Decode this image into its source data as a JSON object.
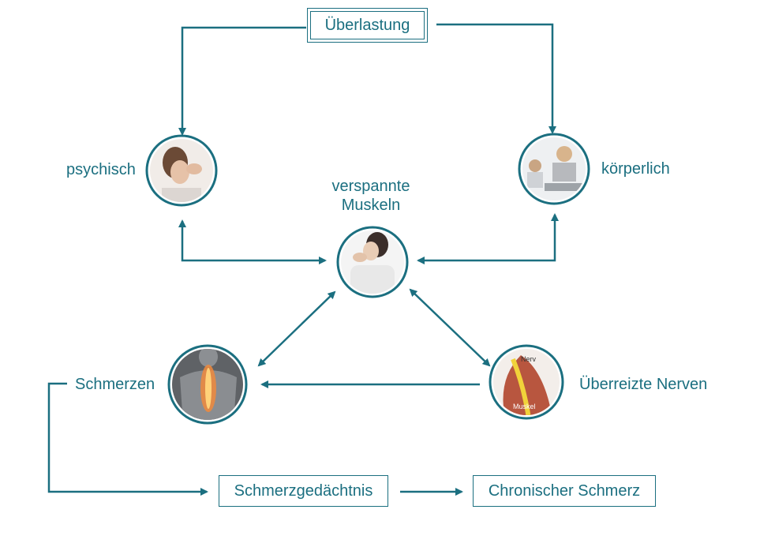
{
  "colors": {
    "line": "#1b6f80",
    "text": "#1b6f80",
    "node_border": "#1b6f80"
  },
  "boxes": {
    "top": "Überlastung",
    "memory": "Schmerzgedächtnis",
    "chronic": "Chronischer Schmerz"
  },
  "nodes": {
    "psychisch": {
      "label": "psychisch",
      "icon": "stressed-woman-photo"
    },
    "koerperlich": {
      "label": "körperlich",
      "icon": "office-workers-photo"
    },
    "muskeln": {
      "label_line1": "verspannte",
      "label_line2": "Muskeln",
      "icon": "neck-pain-photo"
    },
    "schmerzen": {
      "label": "Schmerzen",
      "icon": "back-spine-pain-photo"
    },
    "nerven": {
      "label": "Überreizte Nerven",
      "icon": "nerve-muscle-illustration",
      "inner_label_nerv": "Nerv",
      "inner_label_muskel": "Muskel"
    }
  }
}
